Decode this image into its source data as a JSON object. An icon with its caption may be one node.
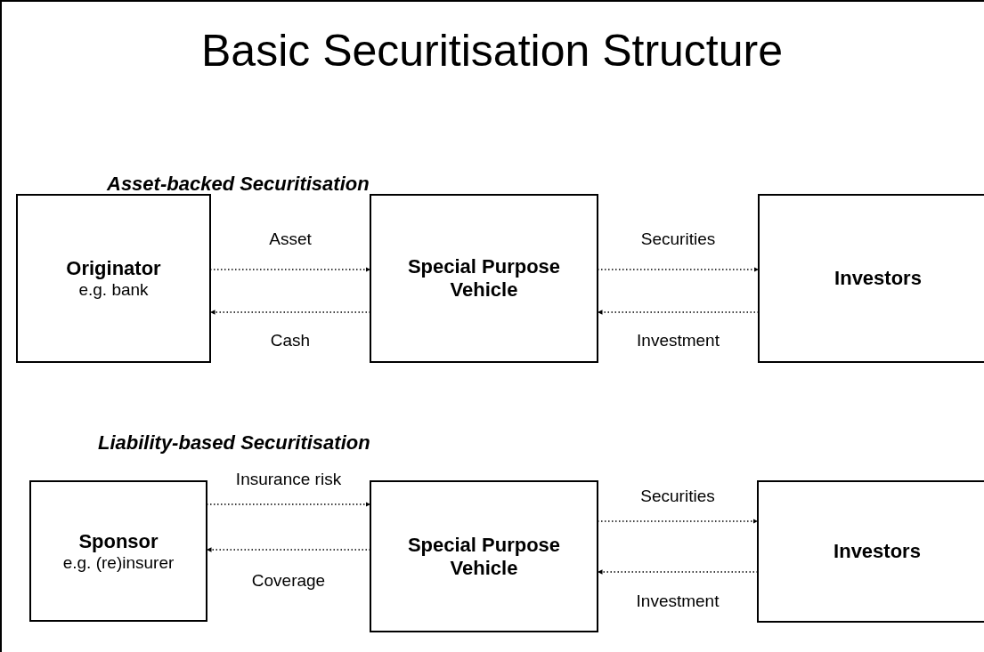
{
  "diagram": {
    "title": "Basic Securitisation Structure",
    "nodes": [
      {
        "text": [
          "Originator",
          "e.g. bank"
        ]
      },
      {
        "text": [
          "Special Purpose Vehicle"
        ]
      },
      {
        "text": [
          "Investors"
        ]
      },
      {
        "text": [
          "Sponsor",
          "e.g. (re)insurer"
        ]
      },
      {
        "text": [
          "Special Purpose Vehicle"
        ]
      },
      {
        "text": [
          "Investors"
        ]
      }
    ],
    "edges": [
      {
        "from": 0,
        "to": 1,
        "arrow": "to",
        "label": "Asset"
      },
      {
        "from": 1,
        "to": 0,
        "arrow": "to",
        "label": "Cash"
      },
      {
        "from": 1,
        "to": 2,
        "arrow": "to",
        "label": "Securities"
      },
      {
        "from": 2,
        "to": 1,
        "arrow": "to",
        "label": "Investment"
      },
      {
        "from": 3,
        "to": 4,
        "arrow": "to",
        "label": "Insurance risk"
      },
      {
        "from": 4,
        "to": 3,
        "arrow": "to",
        "label": "Coverage"
      },
      {
        "from": 4,
        "to": 5,
        "arrow": "to",
        "label": "Securities"
      },
      {
        "from": 5,
        "to": 4,
        "arrow": "to",
        "label": "Investment"
      }
    ],
    "labels": [
      "Asset-backed Securitisation",
      "Liability-based Securitisation"
    ]
  }
}
